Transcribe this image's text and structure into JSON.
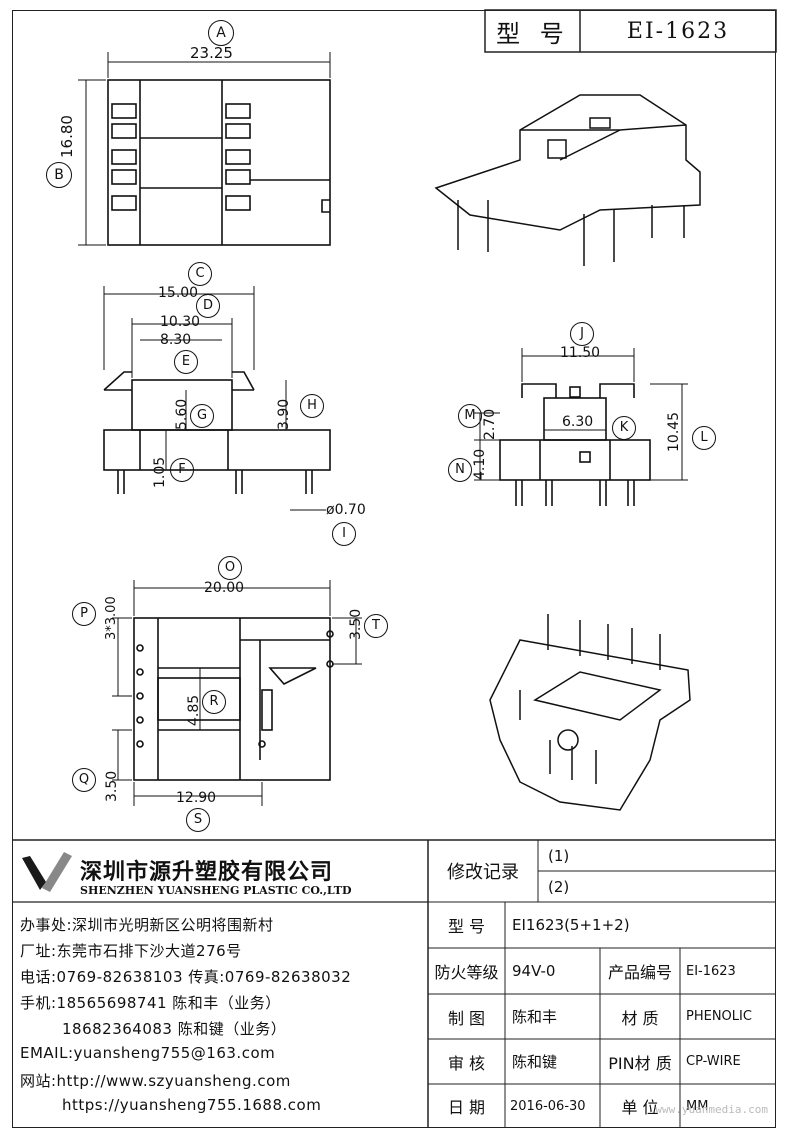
{
  "header": {
    "model_label": "型 号",
    "model_value": "EI-1623"
  },
  "top_view": {
    "circle": "A",
    "width": "23.25",
    "height_circle": "B",
    "height": "16.80"
  },
  "side_view": {
    "c_circle": "C",
    "c_dim": "15.00",
    "d_circle": "D",
    "d_dim": "10.30",
    "e_circle": "E",
    "e_dim": "8.30",
    "g_circle": "G",
    "g_dim": "5.60",
    "h_circle": "H",
    "h_dim": "3.90",
    "f_circle": "F",
    "f_dim": "1.05",
    "i_circle": "I",
    "i_dim": "ø0.70"
  },
  "front_view": {
    "j_circle": "J",
    "j_dim": "11.50",
    "k_circle": "K",
    "k_dim": "6.30",
    "m_circle": "M",
    "m_dim": "2.70",
    "n_circle": "N",
    "n_dim": "4.10",
    "l_circle": "L",
    "l_dim": "10.45"
  },
  "bottom_view": {
    "o_circle": "O",
    "o_dim": "20.00",
    "p_circle": "P",
    "p_dim": "3*3.00",
    "t_circle": "T",
    "t_dim": "3.50",
    "r_circle": "R",
    "r_dim": "4.85",
    "q_circle": "Q",
    "q_dim": "3.50",
    "s_circle": "S",
    "s_dim": "12.90"
  },
  "company": {
    "name_cn": "深圳市源升塑胶有限公司",
    "name_en": "SHENZHEN YUANSHENG PLASTIC CO.,LTD",
    "office": "办事处:深圳市光明新区公明将围新村",
    "factory": "厂址:东莞市石排下沙大道276号",
    "phone": "电话:0769-82638103 传真:0769-82638032",
    "mobile1": "手机:18565698741 陈和丰（业务）",
    "mobile2": "18682364083 陈和键（业务）",
    "email": "EMAIL:yuansheng755@163.com",
    "website1": "网站:http://www.szyuansheng.com",
    "website2": "https://yuansheng755.1688.com"
  },
  "table": {
    "revision_label": "修改记录",
    "rev1": "(1)",
    "rev2": "(2)",
    "model_label": "型 号",
    "model_value": "EI1623(5+1+2)",
    "fire_label": "防火等级",
    "fire_value": "94V-0",
    "product_no_label": "产品编号",
    "product_no_value": "EI-1623",
    "drawing_label": "制 图",
    "drawing_value": "陈和丰",
    "material_label": "材 质",
    "material_value": "PHENOLIC",
    "review_label": "审 核",
    "review_value": "陈和键",
    "pin_label": "PIN材 质",
    "pin_value": "CP-WIRE",
    "date_label": "日 期",
    "date_value": "2016-06-30",
    "unit_label": "单 位",
    "unit_value": "MM"
  },
  "watermark": "www.yuanmedia.com"
}
